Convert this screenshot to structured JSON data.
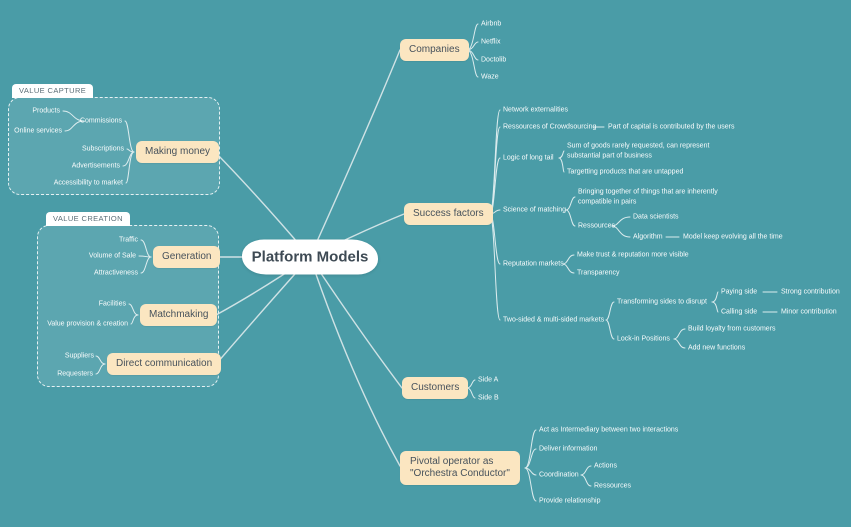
{
  "app": {
    "background_color": "#4A9CA7",
    "node_fill_color": "#FBE6C1",
    "node_text_color": "#47525C",
    "leaf_text_color": "#FFFFFF",
    "line_color": "#EAF2F3"
  },
  "center": {
    "label": "Platform Models"
  },
  "groups": {
    "value_capture": {
      "label": "VALUE CAPTURE"
    },
    "value_creation": {
      "label": "VALUE CREATION"
    }
  },
  "making_money": {
    "node": "Making money",
    "commissions": "Commissions",
    "products": "Products",
    "online_services": "Online services",
    "subscriptions": "Subscriptions",
    "advertisements": "Advertisements",
    "accessibility": "Accessibility to market"
  },
  "generation": {
    "node": "Generation",
    "traffic": "Traffic",
    "volume_of_sale": "Volume of Sale",
    "attractiveness": "Attractiveness"
  },
  "matchmaking": {
    "node": "Matchmaking",
    "facilities": "Facilities",
    "value_provision": "Value provision & creation"
  },
  "direct_communication": {
    "node": "Direct communication",
    "suppliers": "Suppliers",
    "requesters": "Requesters"
  },
  "companies": {
    "node": "Companies",
    "items": [
      "Airbnb",
      "Netflix",
      "Doctolib",
      "Waze"
    ]
  },
  "success_factors": {
    "node": "Success factors",
    "network": "Network externalities",
    "crowdsourcing": "Ressources of Crowdsourcing",
    "crowdsourcing_note": "Part of capital is contributed by the users",
    "long_tail": "Logic of long tail",
    "long_tail_sum": "Sum of goods rarely requested, can represent substantial part of business",
    "long_tail_target": "Targetting products that are untapped",
    "matching": "Science of matching",
    "matching_pairs": "Bringing together of things that are inherently compatible in pairs",
    "matching_ressources": "Ressources",
    "data_scientists": "Data scientists",
    "algorithm": "Algorithm",
    "algorithm_note": "Model keep evolving all the time",
    "reputation": "Reputation markets",
    "reputation_visible": "Make trust & reputation more visible",
    "transparency": "Transparency",
    "two_sided": "Two-sided & multi-sided markets",
    "transforming": "Transforming sides to disrupt",
    "paying_side": "Paying side",
    "paying_note": "Strong contribution",
    "calling_side": "Calling side",
    "calling_note": "Minor contribution",
    "lock_in": "Lock-in Positions",
    "lock_loyalty": "Build loyalty from customers",
    "lock_functions": "Add new functions"
  },
  "customers": {
    "node": "Customers",
    "side_a": "Side A",
    "side_b": "Side B"
  },
  "pivotal": {
    "node": "Pivotal operator as\n\"Orchestra Conductor\"",
    "intermediary": "Act as Intermediary between two interactions",
    "deliver": "Deliver information",
    "coordination": "Coordination",
    "actions": "Actions",
    "ressources": "Ressources",
    "provide": "Provide relationship"
  }
}
